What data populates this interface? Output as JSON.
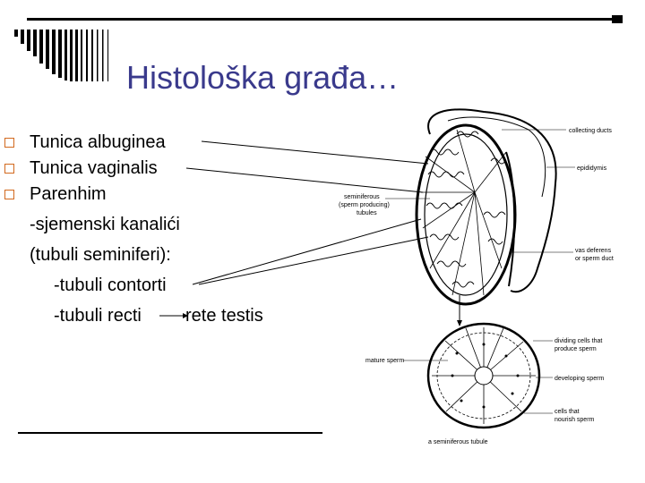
{
  "title": "Histološka građa…",
  "bullets": [
    {
      "text": "Tunica albuginea"
    },
    {
      "text": "Tunica vaginalis"
    },
    {
      "text": "Parenhim"
    }
  ],
  "sublines": [
    "-sjemenski kanalići",
    "(tubuli seminiferi):",
    "-tubuli contorti",
    "-tubuli recti",
    "rete testis"
  ],
  "figure_labels": {
    "collecting_ducts": "collecting ducts",
    "epididymis": "epididymis",
    "seminiferous_1": "seminiferous",
    "seminiferous_2": "(sperm producing)",
    "seminiferous_3": "tubules",
    "vas_deferens_1": "vas deferens",
    "vas_deferens_2": "or sperm duct",
    "dividing_1": "dividing cells that",
    "dividing_2": "produce sperm",
    "developing": "developing sperm",
    "mature": "mature sperm",
    "cells_1": "cells that",
    "cells_2": "nourish sperm",
    "caption": "a seminiferous tubule"
  },
  "colors": {
    "title": "#3a3a8c",
    "bullet": "#d2691e"
  }
}
